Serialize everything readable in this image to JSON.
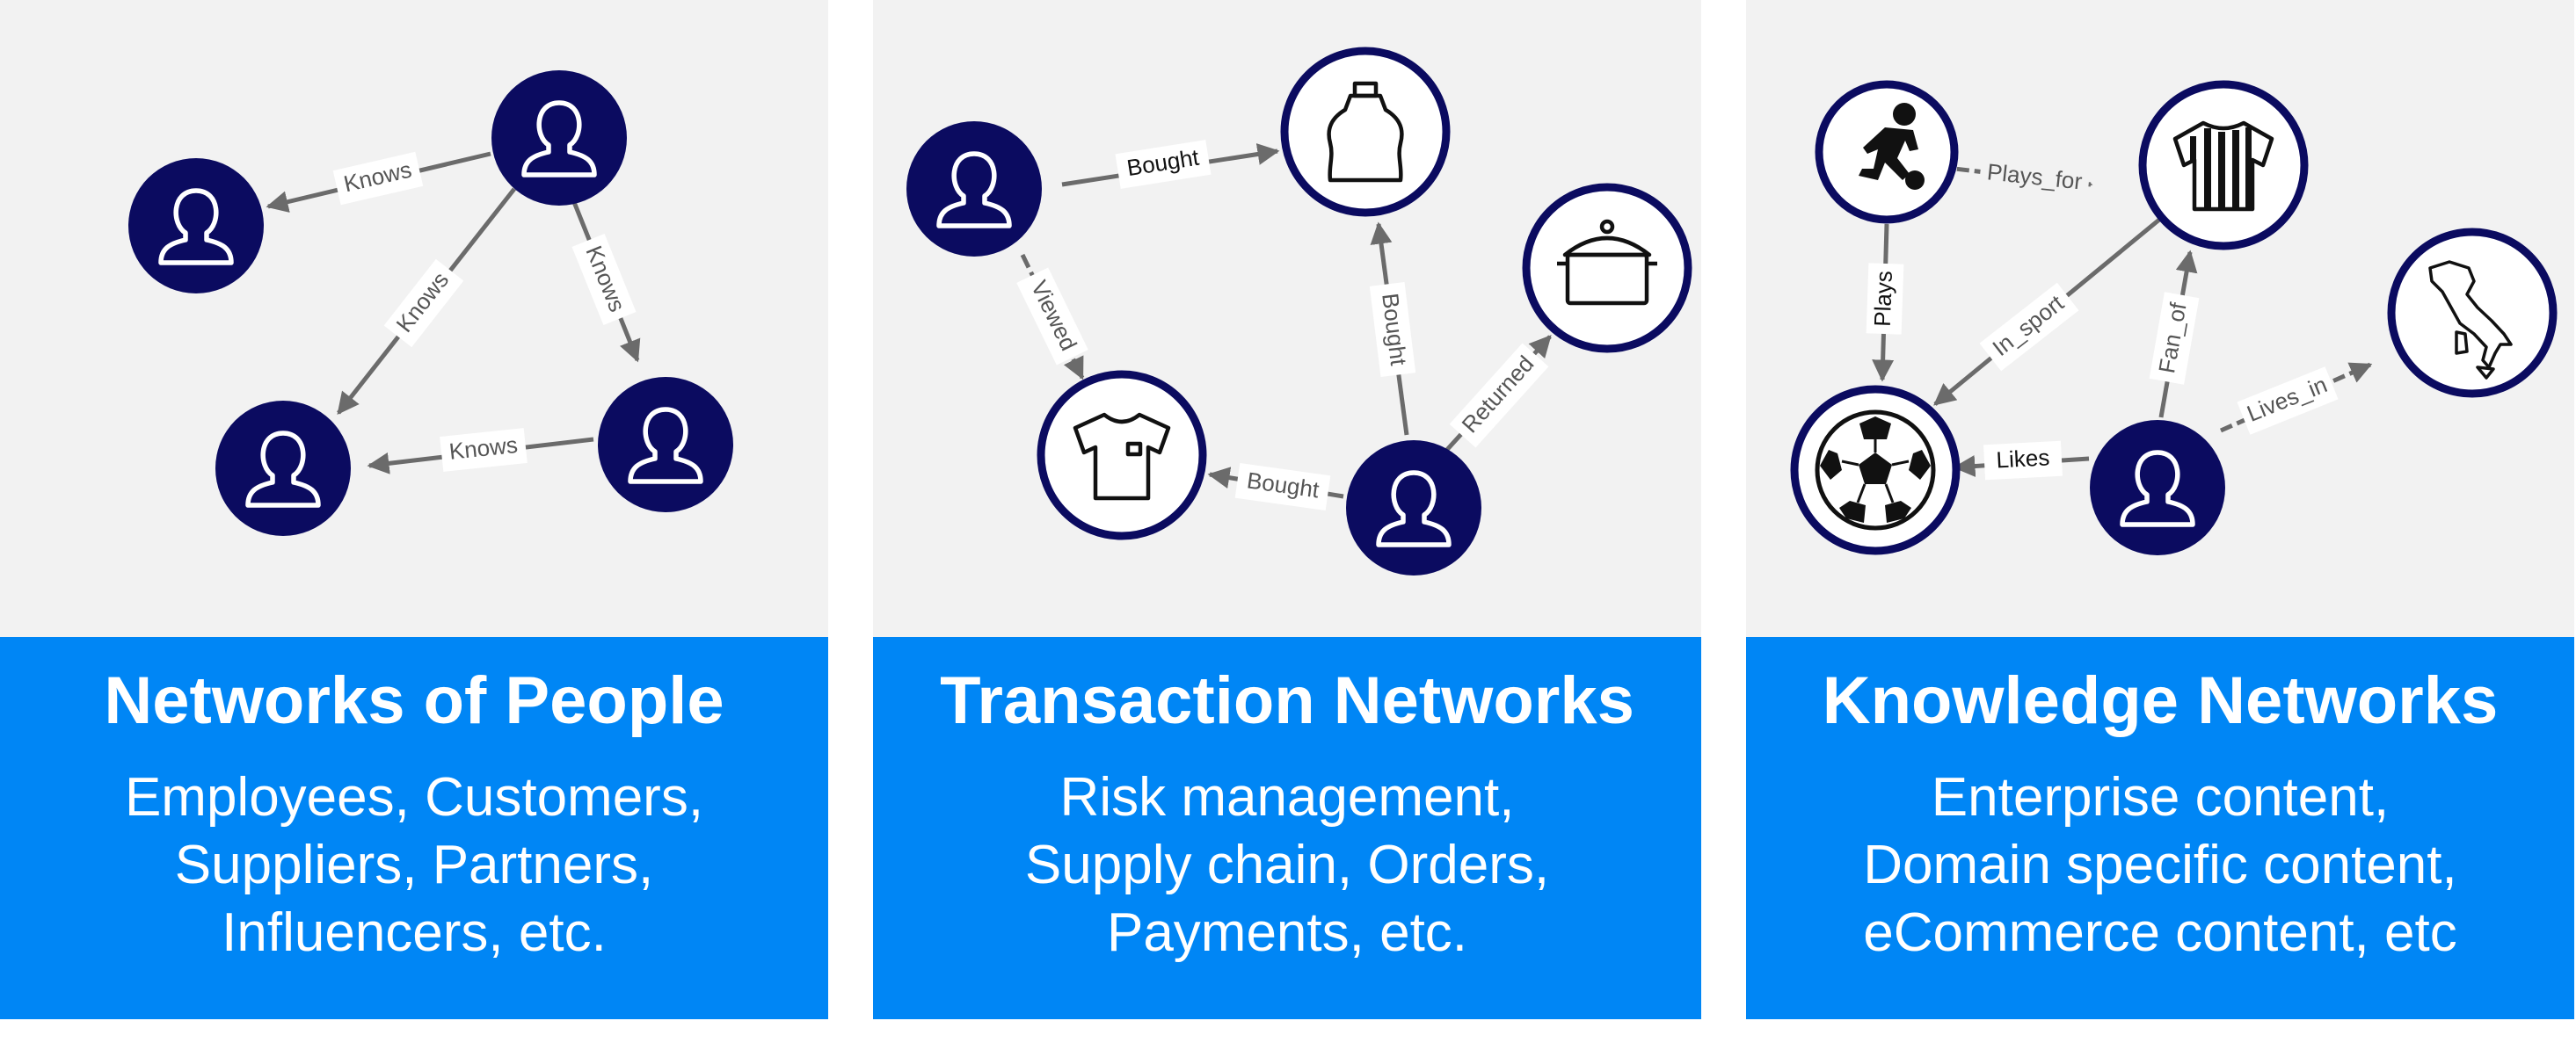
{
  "panels": [
    {
      "title": "Networks of People",
      "lines": [
        "Employees, Customers,",
        "Suppliers, Partners,",
        "Influencers, etc."
      ],
      "edges": [
        "Knows",
        "Knows",
        "Knows",
        "Knows"
      ]
    },
    {
      "title": "Transaction Networks",
      "lines": [
        "Risk management,",
        "Supply chain, Orders,",
        "Payments, etc."
      ],
      "edges": [
        "Bought",
        "Viewed",
        "Bought",
        "Bought",
        "Returned"
      ]
    },
    {
      "title": "Knowledge Networks",
      "lines": [
        "Enterprise content,",
        "Domain specific content,",
        "eCommerce content, etc"
      ],
      "edges": [
        "Plays_for",
        "Plays",
        "In_sport",
        "Fan_of",
        "Lives_in",
        "Likes"
      ]
    }
  ],
  "colors": {
    "graph_bg": "#f2f2f2",
    "caption_bg": "#0086f5",
    "node_navy": "#0b0b60",
    "arrow": "#6b6b6b"
  }
}
